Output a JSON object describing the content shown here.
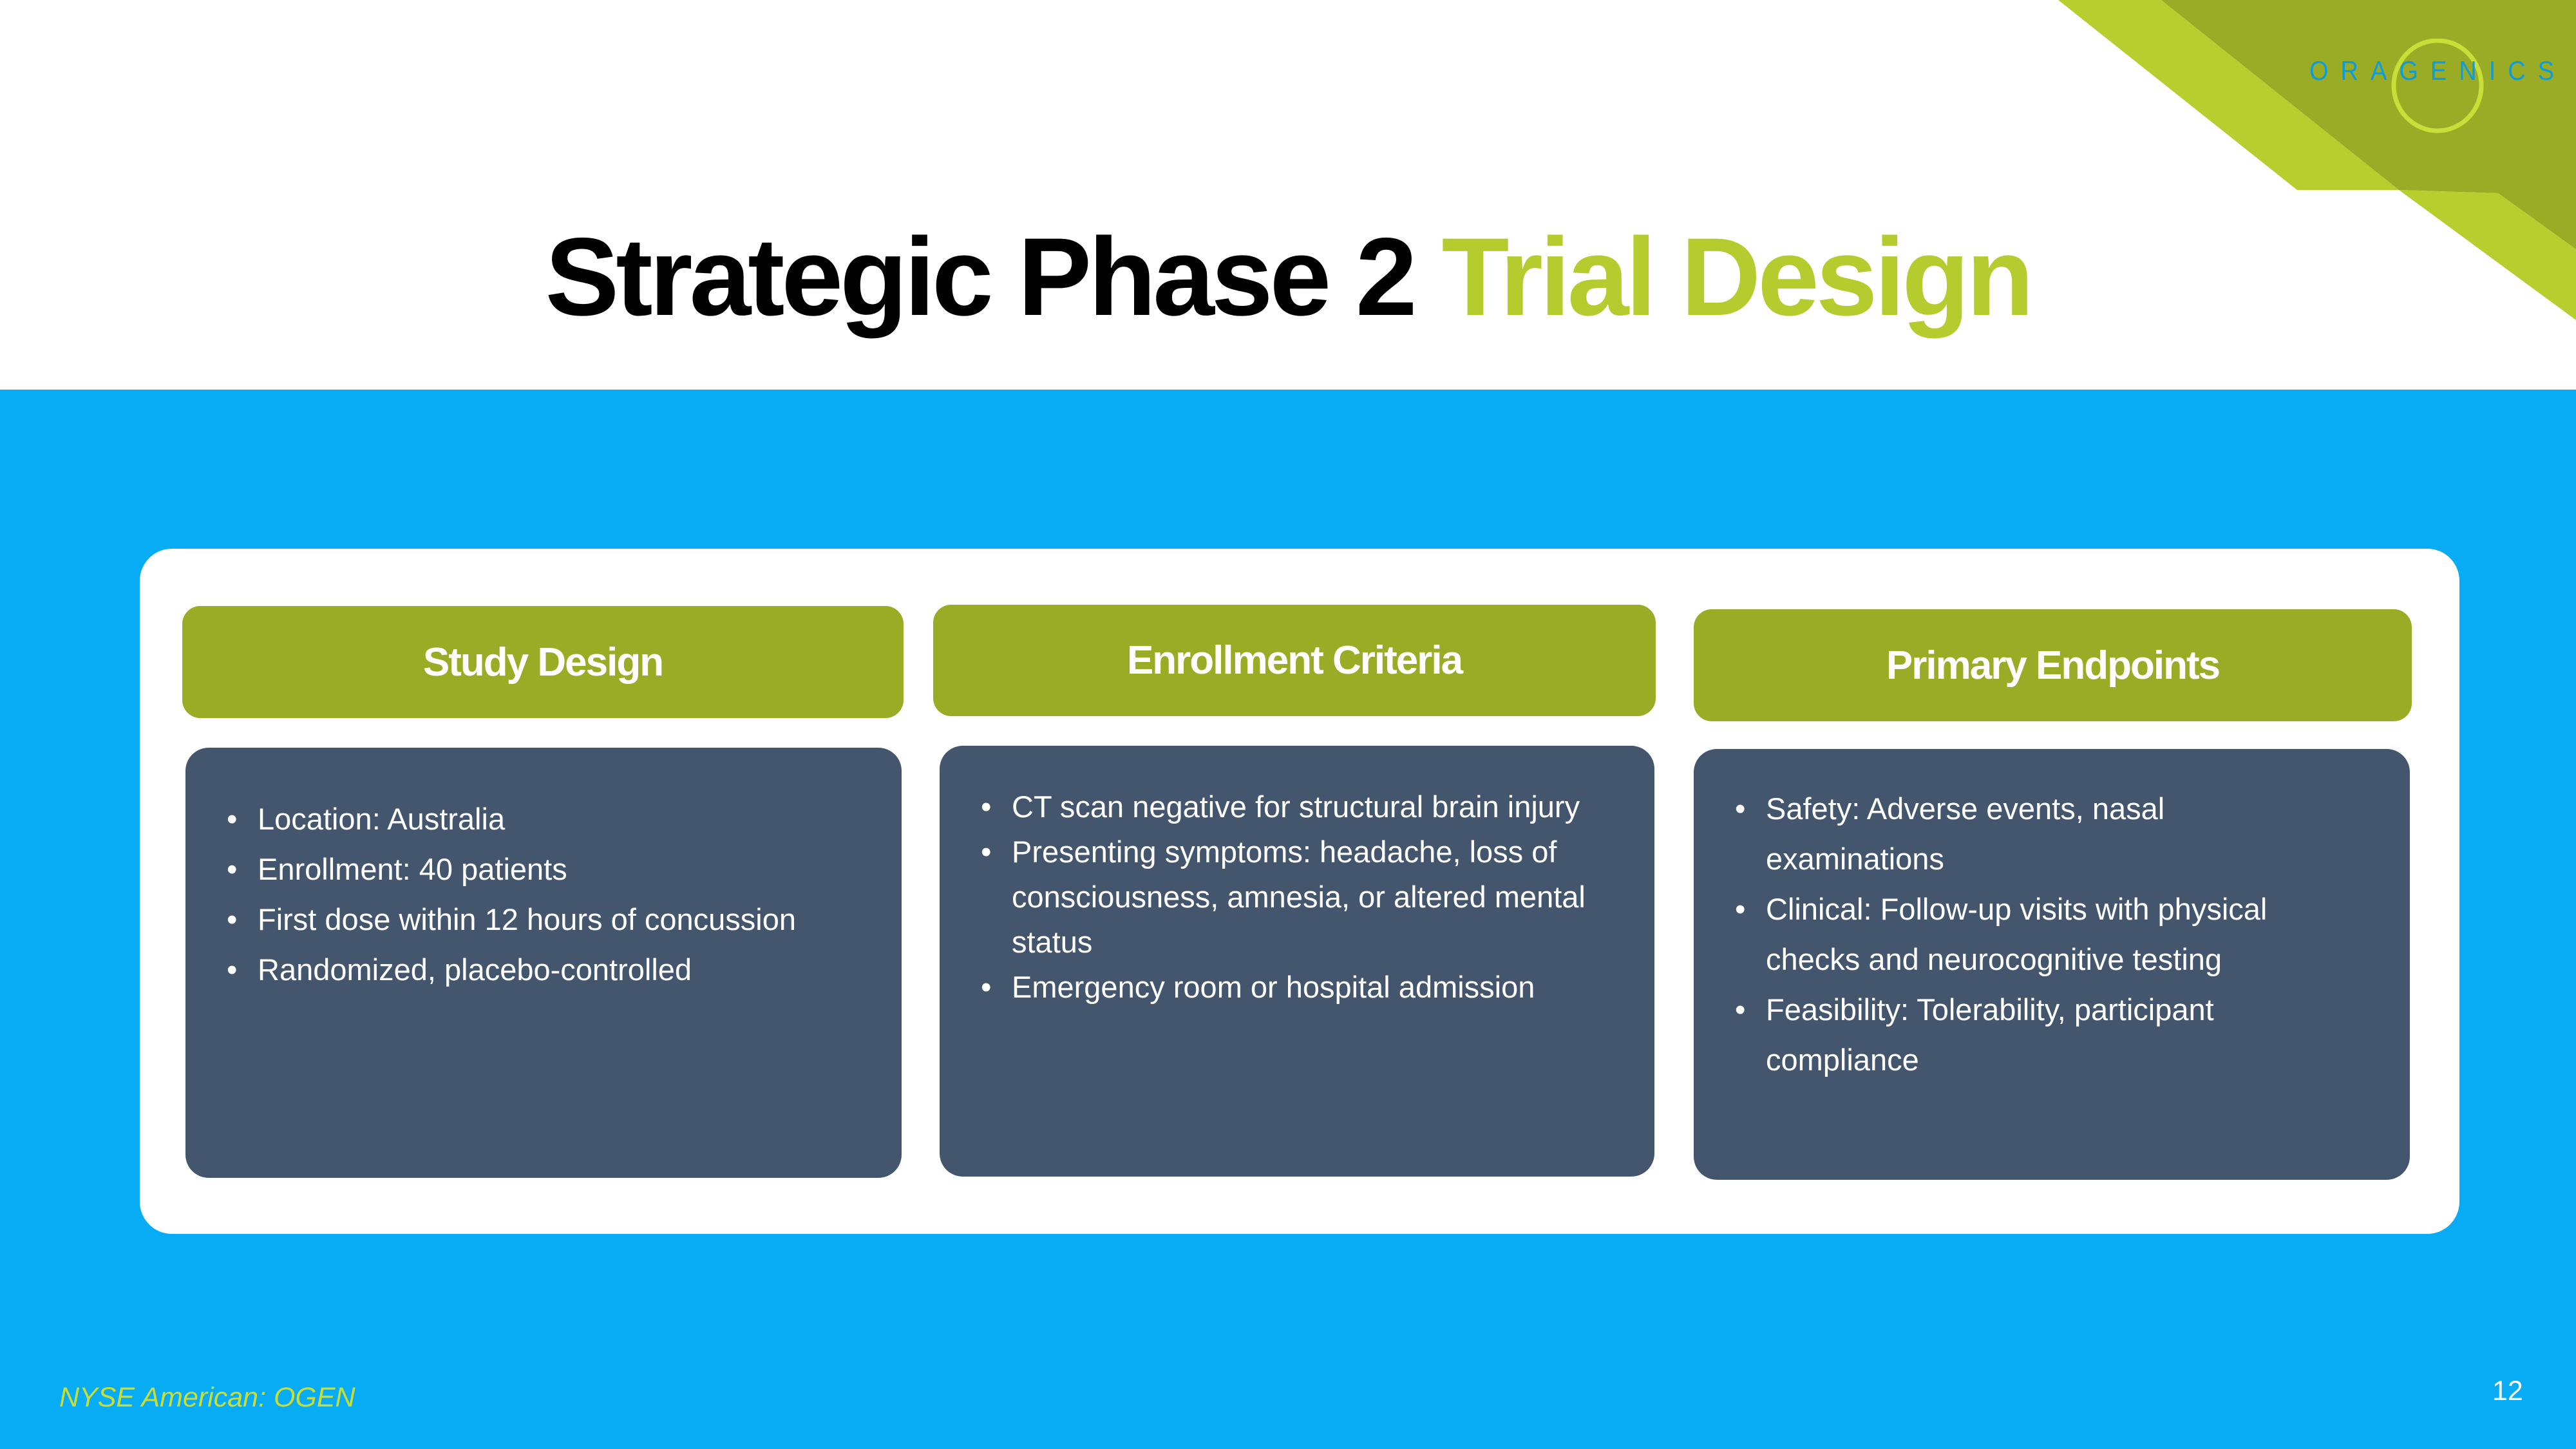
{
  "brand": {
    "logo_text": "ORAGENICS",
    "colors": {
      "blue": "#07acf5",
      "olive": "#9aab25",
      "lime": "#b5cc2e",
      "box": "#44566e",
      "logo_blue": "#0a9de0"
    }
  },
  "title": {
    "main": "Strategic Phase 2 ",
    "accent": "Trial Design"
  },
  "columns": [
    {
      "heading": "Study Design",
      "bullets": [
        "Location: Australia",
        "Enrollment: 40 patients",
        "First dose within 12 hours of concussion",
        "Randomized, placebo-controlled"
      ]
    },
    {
      "heading": "Enrollment Criteria",
      "bullets": [
        "CT scan negative for structural brain injury",
        "Presenting symptoms: headache, loss of consciousness, amnesia, or altered mental status",
        "Emergency room or hospital admission"
      ]
    },
    {
      "heading": "Primary Endpoints",
      "bullets": [
        "Safety: Adverse events, nasal examinations",
        "Clinical: Follow-up visits with physical checks and neurocognitive testing",
        "Feasibility: Tolerability, participant compliance"
      ]
    }
  ],
  "footer": {
    "ticker": "NYSE American: OGEN",
    "page": "12"
  }
}
